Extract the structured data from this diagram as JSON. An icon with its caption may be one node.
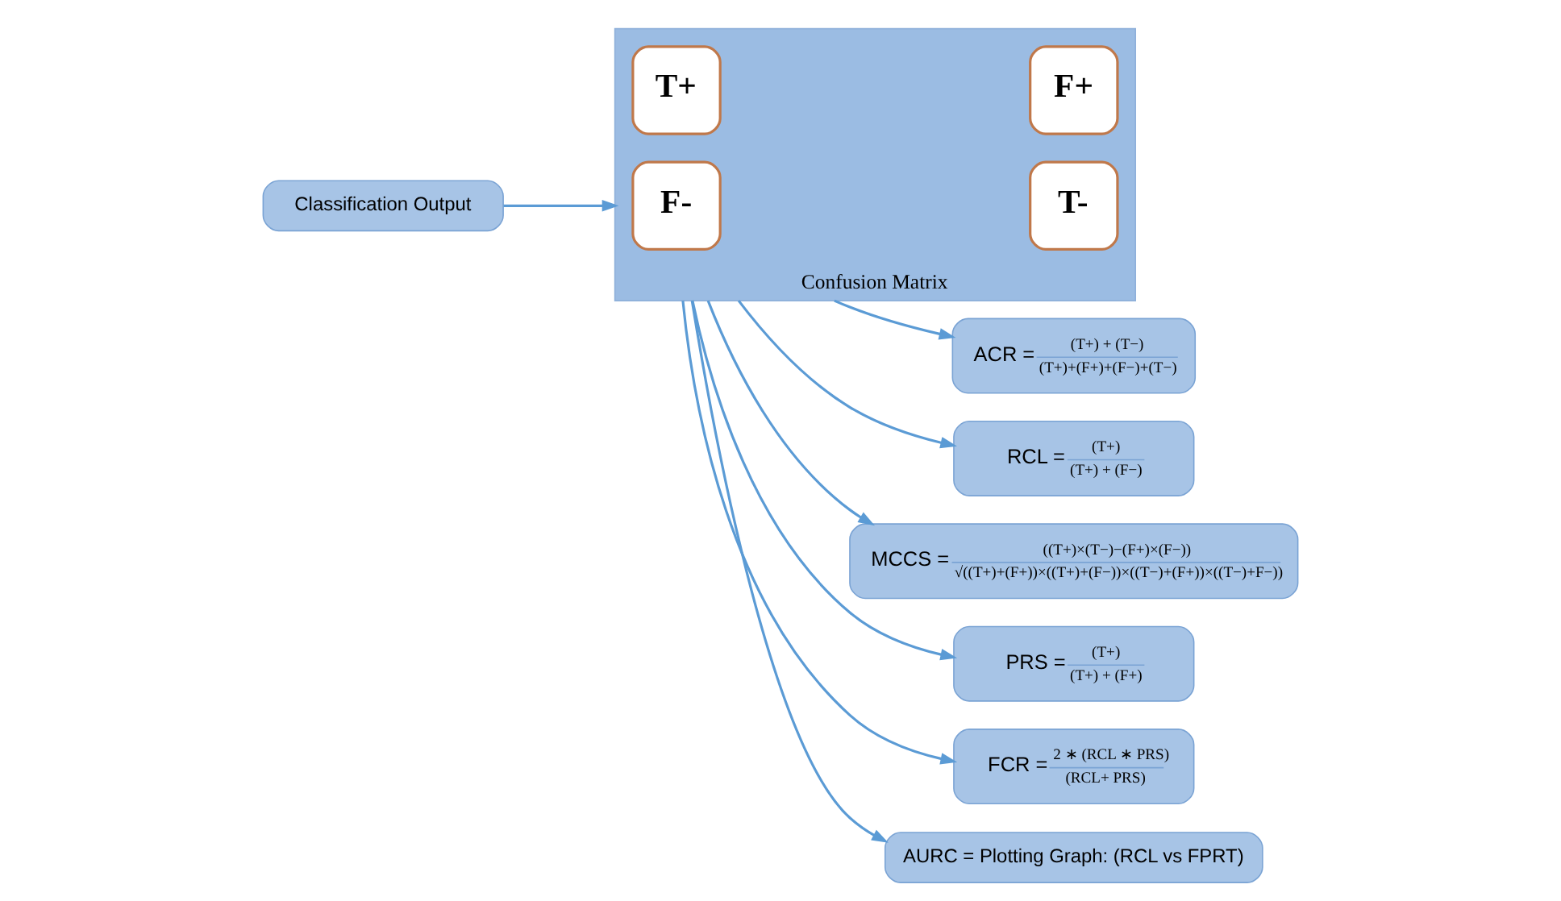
{
  "diagram": {
    "nodes": [
      {
        "text": [
          "Classification Output"
        ]
      },
      {
        "text": [
          "Confusion Matrix"
        ]
      },
      {
        "text": [
          "T+"
        ],
        "in": 1
      },
      {
        "text": [
          "F+"
        ],
        "in": 1
      },
      {
        "text": [
          "F-"
        ],
        "in": 1
      },
      {
        "text": [
          "T-"
        ],
        "in": 1
      },
      {
        "text": [
          "ACR =",
          "(T+) + (T−)",
          "(T+)+(F+)+(F−)+(T−)"
        ]
      },
      {
        "text": [
          "RCL =",
          "(T+)",
          "(T+) + (F−)"
        ]
      },
      {
        "text": [
          "MCCS =",
          "((T+)×(T−)−(F+)×(F−))",
          "√((T+)+(F+))×((T+)+(F−))×((T−)+(F+))×((T−)+F−))"
        ]
      },
      {
        "text": [
          "PRS =",
          "(T+)",
          "(T+) + (F+)"
        ]
      },
      {
        "text": [
          "FCR =",
          "2 ∗ (RCL ∗ PRS)",
          "(RCL+ PRS)"
        ]
      },
      {
        "text": [
          "AURC = Plotting Graph: (RCL vs FPRT)"
        ]
      }
    ],
    "edges": [
      {
        "from": 0,
        "to": 1,
        "arrow": "to"
      },
      {
        "from": 1,
        "to": 6,
        "arrow": "to"
      },
      {
        "from": 1,
        "to": 7,
        "arrow": "to"
      },
      {
        "from": 1,
        "to": 8,
        "arrow": "to"
      },
      {
        "from": 1,
        "to": 9,
        "arrow": "to"
      },
      {
        "from": 1,
        "to": 10,
        "arrow": "to"
      },
      {
        "from": 1,
        "to": 11,
        "arrow": "to"
      }
    ]
  }
}
